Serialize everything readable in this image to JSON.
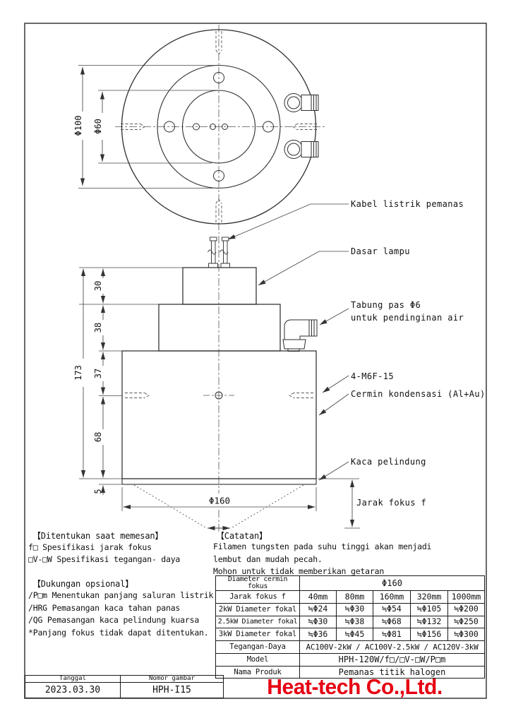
{
  "page": {
    "background": "#ffffff",
    "line_color": "#333333"
  },
  "top_view": {
    "dim_outer": "Φ100",
    "dim_inner": "Φ60"
  },
  "side_view": {
    "dim_total": "173",
    "dim_seg1": "30",
    "dim_seg2": "38",
    "dim_seg3": "37",
    "dim_seg4": "68",
    "dim_seg5": "5",
    "dim_width": "Φ160"
  },
  "callouts": {
    "heater_cable": "Kabel listrik pemanas",
    "lamp_base": "Dasar lampu",
    "cooling_tube_1": "Tabung pas Φ6",
    "cooling_tube_2": "untuk pendinginan air",
    "mounting_hole": "4-M6F-15",
    "condenser_mirror": "Cermin kondensasi (Al+Au)",
    "protective_glass": "Kaca pelindung",
    "focal_distance": "Jarak fokus f"
  },
  "order_notes": {
    "title": "【Ditentukan saat memesan】",
    "items": [
      "f□ Spesifikasi jarak fokus",
      "□V-□W Spesifikasi tegangan- daya"
    ]
  },
  "optional_notes": {
    "title": "【Dukungan opsional】",
    "items": [
      "/P□m Menentukan panjang saluran listrik",
      "/HRG Pemasangan kaca tahan panas",
      "/QG Pemasangan kaca pelindung kuarsa",
      "*Panjang fokus tidak dapat ditentukan."
    ]
  },
  "caution_notes": {
    "title": "【Catatan】",
    "lines": [
      "Filamen tungsten pada suhu tinggi akan menjadi",
      "lembut dan mudah pecah.",
      "Mohon untuk tidak memberikan getaran"
    ]
  },
  "spec_table": {
    "mirror": {
      "label": "Diameter cermin fokus",
      "value": "Φ160"
    },
    "focus": {
      "label": "Jarak fokus f",
      "cells": [
        "40mm",
        "80mm",
        "160mm",
        "320mm",
        "1000mm"
      ]
    },
    "kw2": {
      "label": "2kW Diameter fokal",
      "cells": [
        "≒Φ24",
        "≒Φ30",
        "≒Φ54",
        "≒Φ105",
        "≒Φ200"
      ]
    },
    "kw25": {
      "label": "2.5kW Diameter fokal",
      "cells": [
        "≒Φ30",
        "≒Φ38",
        "≒Φ68",
        "≒Φ132",
        "≒Φ250"
      ]
    },
    "kw3": {
      "label": "3kW Diameter fokal",
      "cells": [
        "≒Φ36",
        "≒Φ45",
        "≒Φ81",
        "≒Φ156",
        "≒Φ300"
      ]
    },
    "power": {
      "label": "Tegangan-Daya",
      "value": "AC100V-2kW / AC100V-2.5kW / AC120V-3kW"
    },
    "model": {
      "label": "Model",
      "value": "HPH-120W/f□/□V-□W/P□m"
    },
    "product": {
      "label": "Nama Produk",
      "value": "Pemanas titik halogen"
    }
  },
  "title_block": {
    "date_label": "Tanggal",
    "date_value": "2023.03.30",
    "number_label": "Nomor gambar",
    "number_value": "HPH-I15",
    "company": "Heat-tech Co.,Ltd.",
    "brand_color": "#e60012"
  }
}
